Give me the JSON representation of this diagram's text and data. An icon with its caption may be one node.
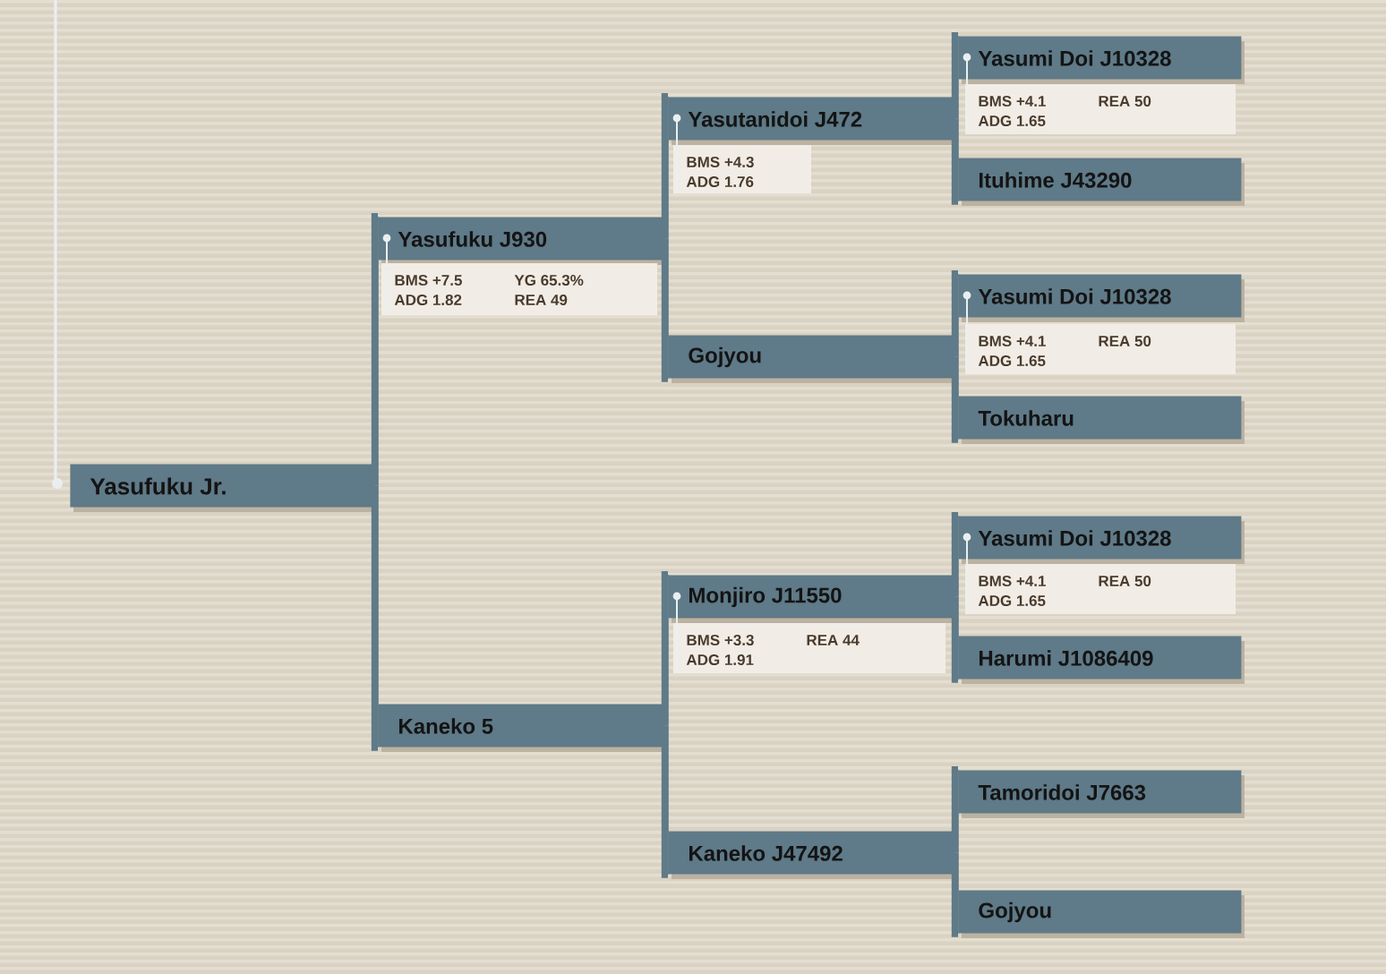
{
  "diagram": {
    "nodes": [
      {
        "text": [
          "Yasufuku Jr."
        ]
      },
      {
        "text": [
          "Yasufuku J930",
          "BMS +7.5",
          "YG 65.3%",
          "ADG 1.82",
          "REA 49"
        ]
      },
      {
        "text": [
          "Kaneko 5"
        ]
      },
      {
        "text": [
          "Yasutanidoi J472",
          "BMS +4.3",
          "ADG 1.76"
        ]
      },
      {
        "text": [
          "Gojyou"
        ]
      },
      {
        "text": [
          "Monjiro J11550",
          "BMS +3.3",
          "REA 44",
          "ADG 1.91"
        ]
      },
      {
        "text": [
          "Kaneko J47492"
        ]
      },
      {
        "text": [
          "Yasumi Doi J10328",
          "BMS +4.1",
          "REA 50",
          "ADG 1.65"
        ]
      },
      {
        "text": [
          "Ituhime J43290"
        ]
      },
      {
        "text": [
          "Yasumi Doi J10328",
          "BMS +4.1",
          "REA 50",
          "ADG 1.65"
        ]
      },
      {
        "text": [
          "Tokuharu"
        ]
      },
      {
        "text": [
          "Yasumi Doi J10328",
          "BMS +4.1",
          "REA 50",
          "ADG 1.65"
        ]
      },
      {
        "text": [
          "Harumi J1086409"
        ]
      },
      {
        "text": [
          "Tamoridoi J7663"
        ]
      },
      {
        "text": [
          "Gojyou"
        ]
      }
    ],
    "edges": [
      {
        "from": 0,
        "to": 1,
        "arrow": "none"
      },
      {
        "from": 0,
        "to": 2,
        "arrow": "none"
      },
      {
        "from": 1,
        "to": 3,
        "arrow": "none"
      },
      {
        "from": 1,
        "to": 4,
        "arrow": "none"
      },
      {
        "from": 2,
        "to": 5,
        "arrow": "none"
      },
      {
        "from": 2,
        "to": 6,
        "arrow": "none"
      },
      {
        "from": 3,
        "to": 7,
        "arrow": "none"
      },
      {
        "from": 3,
        "to": 8,
        "arrow": "none"
      },
      {
        "from": 4,
        "to": 9,
        "arrow": "none"
      },
      {
        "from": 4,
        "to": 10,
        "arrow": "none"
      },
      {
        "from": 5,
        "to": 11,
        "arrow": "none"
      },
      {
        "from": 5,
        "to": 12,
        "arrow": "none"
      },
      {
        "from": 6,
        "to": 13,
        "arrow": "none"
      },
      {
        "from": 6,
        "to": 14,
        "arrow": "none"
      }
    ]
  }
}
